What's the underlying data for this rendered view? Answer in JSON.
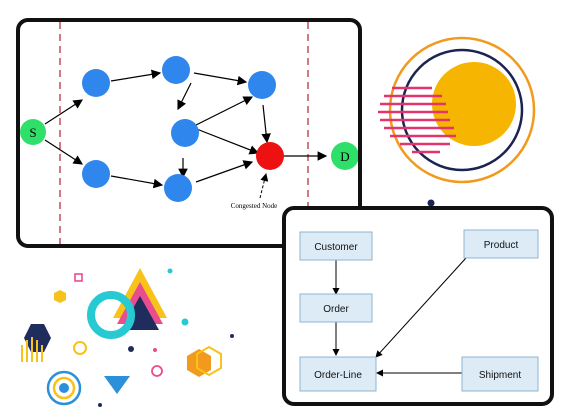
{
  "network": {
    "source_label": "S",
    "dest_label": "D",
    "congested_caption": "Congested Node",
    "colors": {
      "node": "#2f86ec",
      "source": "#2ee06a",
      "congested": "#ee1111",
      "dash": "#b02030"
    }
  },
  "er": {
    "customer": "Customer",
    "order": "Order",
    "order_line": "Order-Line",
    "product": "Product",
    "shipment": "Shipment",
    "colors": {
      "box_fill": "#dcebf6",
      "box_stroke": "#8fb5d0"
    }
  },
  "decor": {
    "sun_colors": [
      "#f6b500",
      "#f29a1e",
      "#1b2352",
      "#e2356d"
    ],
    "shape_colors": [
      "#f7c21a",
      "#e94c8f",
      "#1e2d5c",
      "#27c9d3",
      "#2b90d9"
    ]
  }
}
